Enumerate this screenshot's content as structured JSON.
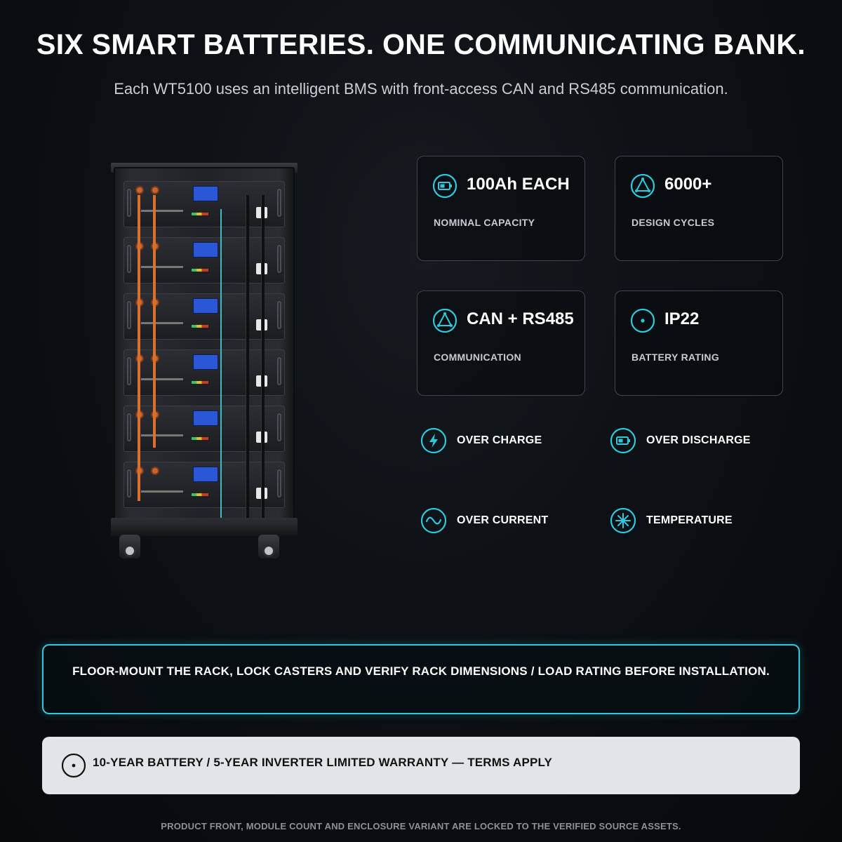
{
  "header": {
    "title": "SIX SMART BATTERIES. ONE COMMUNICATING BANK.",
    "subtitle": "Each WT5100 uses an intelligent BMS with front-access CAN and RS485 communication."
  },
  "colors": {
    "accent": "#2ec9dd",
    "background": "#0d1115",
    "card_border": "#3d444c",
    "warranty_bg": "#e1e5e8"
  },
  "specs": [
    {
      "icon": "battery-icon",
      "value": "100Ah EACH",
      "label": "NOMINAL CAPACITY"
    },
    {
      "icon": "cycle-triangle-icon",
      "value": "6000+",
      "label": "DESIGN CYCLES"
    },
    {
      "icon": "network-triangle-icon",
      "value": "CAN + RS485",
      "label": "COMMUNICATION"
    },
    {
      "icon": "dot-circle-icon",
      "value": "IP22",
      "label": "BATTERY RATING"
    }
  ],
  "protections": [
    {
      "icon": "lightning-icon",
      "label": "OVER CHARGE"
    },
    {
      "icon": "battery-icon",
      "label": "OVER DISCHARGE"
    },
    {
      "icon": "wave-icon",
      "label": "OVER CURRENT"
    },
    {
      "icon": "snowflake-icon",
      "label": "TEMPERATURE"
    }
  ],
  "install_notice": "FLOOR-MOUNT THE RACK, LOCK CASTERS AND VERIFY RACK DIMENSIONS / LOAD RATING BEFORE INSTALLATION.",
  "warranty": {
    "icon": "dot-circle-icon",
    "text": "10-YEAR BATTERY / 5-YEAR INVERTER LIMITED WARRANTY — TERMS APPLY"
  },
  "footer": "PRODUCT FRONT, MODULE COUNT AND ENCLOSURE VARIANT ARE LOCKED TO THE VERIFIED SOURCE ASSETS."
}
